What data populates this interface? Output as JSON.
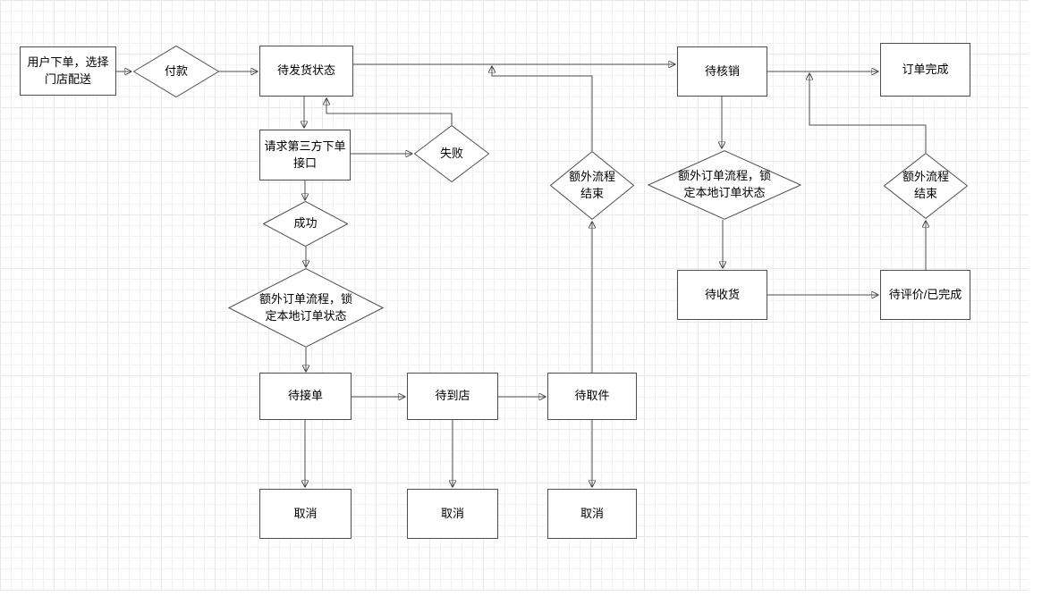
{
  "diagram": {
    "colors": {
      "node_fill": "#ffffff",
      "stroke": "#4d4d4d",
      "grid_minor": "#f2f2f2",
      "grid_major": "#e7e7e7",
      "text": "#000000"
    },
    "nodes": [
      {
        "id": "user-order",
        "type": "rect",
        "label": "用户下单，选择\n门店配送"
      },
      {
        "id": "payment",
        "type": "diamond",
        "label": "付款"
      },
      {
        "id": "pending-ship",
        "type": "rect",
        "label": "待发货状态"
      },
      {
        "id": "request-api",
        "type": "rect",
        "label": "请求第三方下单\n接口"
      },
      {
        "id": "fail",
        "type": "diamond",
        "label": "失败"
      },
      {
        "id": "success",
        "type": "diamond",
        "label": "成功"
      },
      {
        "id": "extra-lock-left",
        "type": "diamond",
        "label": "额外订单流程，锁\n定本地订单状态"
      },
      {
        "id": "wait-accept",
        "type": "rect",
        "label": "待接单"
      },
      {
        "id": "wait-arrive",
        "type": "rect",
        "label": "待到店"
      },
      {
        "id": "wait-pickup",
        "type": "rect",
        "label": "待取件"
      },
      {
        "id": "cancel-1",
        "type": "rect",
        "label": "取消"
      },
      {
        "id": "cancel-2",
        "type": "rect",
        "label": "取消"
      },
      {
        "id": "cancel-3",
        "type": "rect",
        "label": "取消"
      },
      {
        "id": "extra-end-left",
        "type": "diamond",
        "label": "额外流程\n结束"
      },
      {
        "id": "wait-verify",
        "type": "rect",
        "label": "待核销"
      },
      {
        "id": "extra-lock-right",
        "type": "diamond",
        "label": "额外订单流程，锁\n定本地订单状态"
      },
      {
        "id": "wait-receive",
        "type": "rect",
        "label": "待收货"
      },
      {
        "id": "wait-review",
        "type": "rect",
        "label": "待评价/已完成"
      },
      {
        "id": "extra-end-right",
        "type": "diamond",
        "label": "额外流程\n结束"
      },
      {
        "id": "order-complete",
        "type": "rect",
        "label": "订单完成"
      }
    ],
    "edges": [
      {
        "from": "user-order",
        "to": "payment"
      },
      {
        "from": "payment",
        "to": "pending-ship"
      },
      {
        "from": "pending-ship",
        "to": "request-api"
      },
      {
        "from": "request-api",
        "to": "fail"
      },
      {
        "from": "fail",
        "to": "pending-ship"
      },
      {
        "from": "request-api",
        "to": "success"
      },
      {
        "from": "success",
        "to": "extra-lock-left"
      },
      {
        "from": "extra-lock-left",
        "to": "wait-accept"
      },
      {
        "from": "wait-accept",
        "to": "wait-arrive"
      },
      {
        "from": "wait-arrive",
        "to": "wait-pickup"
      },
      {
        "from": "wait-accept",
        "to": "cancel-1"
      },
      {
        "from": "wait-arrive",
        "to": "cancel-2"
      },
      {
        "from": "wait-pickup",
        "to": "cancel-3"
      },
      {
        "from": "wait-pickup",
        "to": "extra-end-left"
      },
      {
        "from": "pending-ship",
        "to": "wait-verify"
      },
      {
        "from": "extra-end-left",
        "to": "wait-verify"
      },
      {
        "from": "wait-verify",
        "to": "extra-lock-right"
      },
      {
        "from": "extra-lock-right",
        "to": "wait-receive"
      },
      {
        "from": "wait-receive",
        "to": "wait-review"
      },
      {
        "from": "wait-review",
        "to": "extra-end-right"
      },
      {
        "from": "extra-end-right",
        "to": "order-complete"
      },
      {
        "from": "wait-verify",
        "to": "order-complete"
      }
    ]
  }
}
